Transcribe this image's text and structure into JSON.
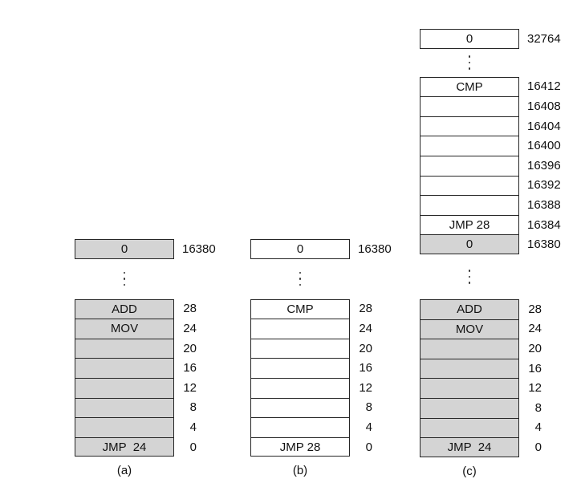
{
  "figure": {
    "description": "Memory layout diagram with three panels",
    "shaded_fill_color": "#d4d4d4",
    "border_color": "#262626",
    "panels": [
      {
        "label": "(a)",
        "sections": [
          {
            "type": "cells",
            "cells": [
              {
                "text": "0",
                "addr": "16380",
                "shaded": true
              }
            ]
          },
          {
            "type": "dots"
          },
          {
            "type": "cells",
            "cells": [
              {
                "text": "ADD",
                "addr": "28",
                "shaded": true
              },
              {
                "text": "MOV",
                "addr": "24",
                "shaded": true
              },
              {
                "text": "",
                "addr": "20",
                "shaded": true
              },
              {
                "text": "",
                "addr": "16",
                "shaded": true
              },
              {
                "text": "",
                "addr": "12",
                "shaded": true
              },
              {
                "text": "",
                "addr": "8",
                "shaded": true
              },
              {
                "text": "",
                "addr": "4",
                "shaded": true
              },
              {
                "text": "JMP  24",
                "addr": "0",
                "shaded": true
              }
            ]
          }
        ]
      },
      {
        "label": "(b)",
        "sections": [
          {
            "type": "cells",
            "cells": [
              {
                "text": "0",
                "addr": "16380",
                "shaded": false
              }
            ]
          },
          {
            "type": "dots"
          },
          {
            "type": "cells",
            "cells": [
              {
                "text": "CMP",
                "addr": "28",
                "shaded": false
              },
              {
                "text": "",
                "addr": "24",
                "shaded": false
              },
              {
                "text": "",
                "addr": "20",
                "shaded": false
              },
              {
                "text": "",
                "addr": "16",
                "shaded": false
              },
              {
                "text": "",
                "addr": "12",
                "shaded": false
              },
              {
                "text": "",
                "addr": "8",
                "shaded": false
              },
              {
                "text": "",
                "addr": "4",
                "shaded": false
              },
              {
                "text": "JMP 28",
                "addr": "0",
                "shaded": false
              }
            ]
          }
        ]
      },
      {
        "label": "(c)",
        "sections": [
          {
            "type": "cells",
            "cells": [
              {
                "text": "0",
                "addr": "32764",
                "shaded": false
              }
            ]
          },
          {
            "type": "dots"
          },
          {
            "type": "cells",
            "cells": [
              {
                "text": "CMP",
                "addr": "16412",
                "shaded": false
              },
              {
                "text": "",
                "addr": "16408",
                "shaded": false
              },
              {
                "text": "",
                "addr": "16404",
                "shaded": false
              },
              {
                "text": "",
                "addr": "16400",
                "shaded": false
              },
              {
                "text": "",
                "addr": "16396",
                "shaded": false
              },
              {
                "text": "",
                "addr": "16392",
                "shaded": false
              },
              {
                "text": "",
                "addr": "16388",
                "shaded": false
              },
              {
                "text": "JMP 28",
                "addr": "16384",
                "shaded": false
              },
              {
                "text": "0",
                "addr": "16380",
                "shaded": true
              }
            ]
          },
          {
            "type": "dots"
          },
          {
            "type": "cells",
            "cells": [
              {
                "text": "ADD",
                "addr": "28",
                "shaded": true
              },
              {
                "text": "MOV",
                "addr": "24",
                "shaded": true
              },
              {
                "text": "",
                "addr": "20",
                "shaded": true
              },
              {
                "text": "",
                "addr": "16",
                "shaded": true
              },
              {
                "text": "",
                "addr": "12",
                "shaded": true
              },
              {
                "text": "",
                "addr": "8",
                "shaded": true
              },
              {
                "text": "",
                "addr": "4",
                "shaded": true
              },
              {
                "text": "JMP  24",
                "addr": "0",
                "shaded": true
              }
            ]
          }
        ]
      }
    ]
  }
}
